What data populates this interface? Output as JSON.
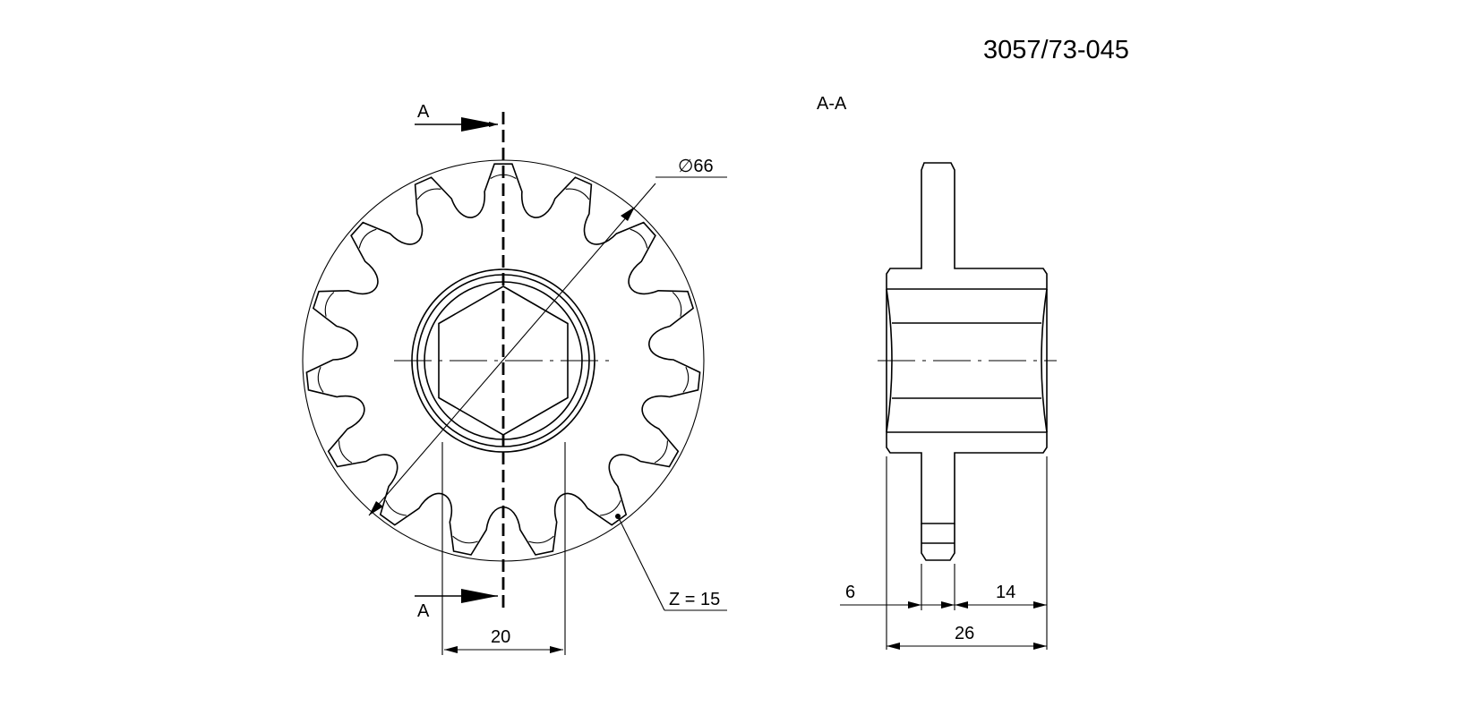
{
  "part_number": "3057/73-045",
  "section_view_label": "A-A",
  "cut_marks": {
    "top_label": "A",
    "bottom_label": "A"
  },
  "front_view": {
    "tooth_count": 15,
    "diameter_label": "∅66",
    "teeth_label": "Z = 15",
    "hex_width_label": "20"
  },
  "section_view": {
    "hub_offset_label": "6",
    "hub_length_label": "14",
    "total_width_label": "26"
  }
}
